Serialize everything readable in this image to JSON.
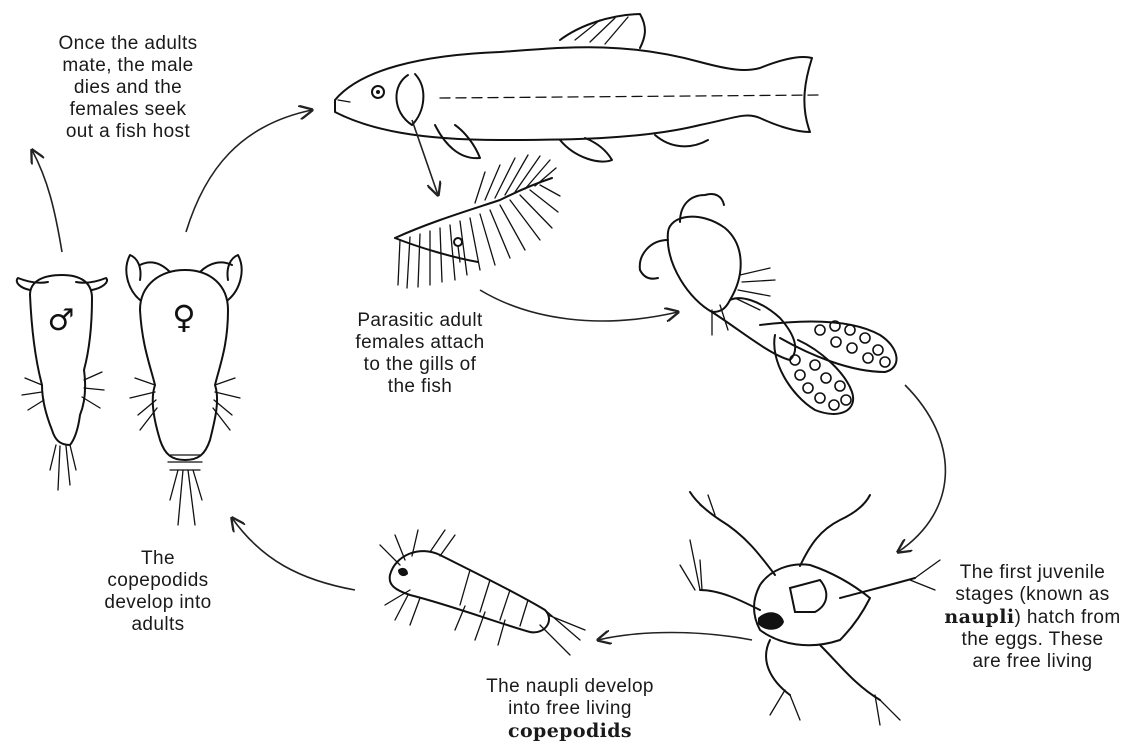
{
  "labels": {
    "mate": [
      "Once the adults",
      "mate, the male",
      "dies and the",
      "females seek",
      "out a fish host"
    ],
    "parasitic": [
      "Parasitic adult",
      "females attach",
      "to the gills of",
      "the fish"
    ],
    "nauplii": {
      "line1": "The first juvenile",
      "line2": "stages (known as",
      "line3_bold": "naupli",
      "line3_rest": ") hatch from",
      "line4": "the eggs. These",
      "line5": "are free living"
    },
    "copepodids": {
      "line1": "The naupli develop",
      "line2": "into free living",
      "line3_bold": "copepodids"
    },
    "adults": [
      "The",
      "copepodids",
      "develop into",
      "adults"
    ]
  },
  "symbols": {
    "male": "♂",
    "female": "♀"
  },
  "icons": {
    "fish": "fish-host-icon",
    "gill": "gill-filament-icon",
    "egg_female": "egg-bearing-female-icon",
    "nauplius": "nauplius-larva-icon",
    "copepodid": "copepodid-icon",
    "male_adult": "male-copepod-icon",
    "female_adult": "female-copepod-icon"
  }
}
